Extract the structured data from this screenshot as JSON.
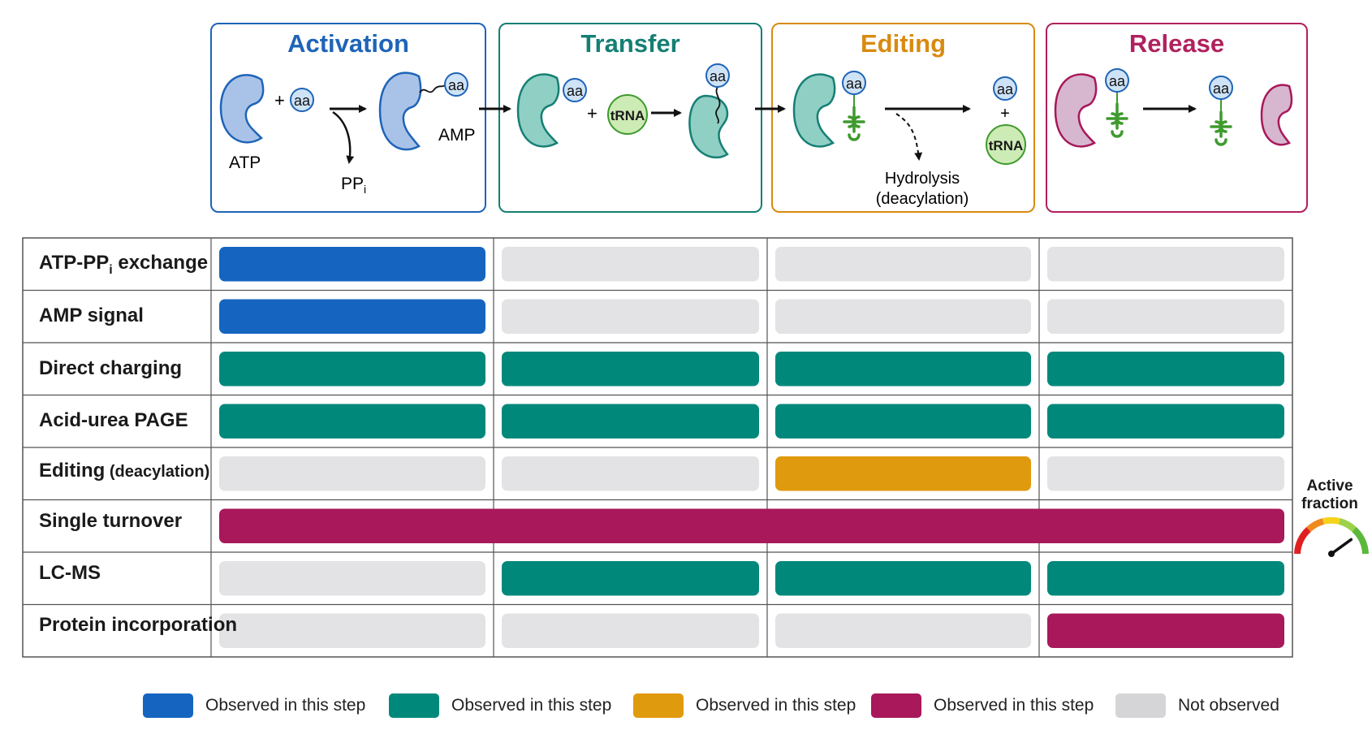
{
  "colors": {
    "activation": "#1565C0",
    "transfer": "#00897B",
    "editing": "#E09A0E",
    "release": "#A8185A",
    "not_observed": "#E3E3E5",
    "grid": "#555555"
  },
  "panels": [
    {
      "title": "Activation",
      "color": "#1E64B8",
      "border": "#1E64B8"
    },
    {
      "title": "Transfer",
      "color": "#157F74",
      "border": "#157F74"
    },
    {
      "title": "Editing",
      "color": "#D98A10",
      "border": "#D98A10"
    },
    {
      "title": "Release",
      "color": "#B0215E",
      "border": "#B0215E"
    }
  ],
  "diagram_text": {
    "aa": "aa",
    "plus": "+",
    "atp": "ATP",
    "amp": "AMP",
    "ppi_main": "PP",
    "ppi_sub": "i",
    "trna": "tRNA",
    "hydrolysis": "Hydrolysis",
    "deacylation": "(deacylation)"
  },
  "rows": [
    {
      "label": "ATP-PP",
      "label_sub": "i",
      "label_rest": " exchange",
      "cells": [
        "activation",
        "none",
        "none",
        "none"
      ]
    },
    {
      "label": "AMP signal",
      "cells": [
        "activation",
        "none",
        "none",
        "none"
      ]
    },
    {
      "label": "Direct charging",
      "cells": [
        "transfer",
        "transfer",
        "transfer",
        "transfer"
      ]
    },
    {
      "label": "Acid-urea PAGE",
      "cells": [
        "transfer",
        "transfer",
        "transfer",
        "transfer"
      ]
    },
    {
      "label": "Editing",
      "label_small": " (deacylation)",
      "cells": [
        "none",
        "none",
        "editing",
        "none"
      ]
    },
    {
      "label": "Single turnover",
      "cells": [
        "release",
        "release",
        "release",
        "release"
      ],
      "span": true
    },
    {
      "label": "LC-MS",
      "cells": [
        "none",
        "transfer",
        "transfer",
        "transfer"
      ]
    },
    {
      "label": "Protein incorporation",
      "cells": [
        "none",
        "none",
        "none",
        "release"
      ]
    }
  ],
  "legend": [
    {
      "color": "#1565C0",
      "label": "Observed in this step"
    },
    {
      "color": "#00897B",
      "label": "Observed in this step"
    },
    {
      "color": "#E09A0E",
      "label": "Observed in this step"
    },
    {
      "color": "#A8185A",
      "label": "Observed in this step"
    },
    {
      "color": "#D5D5D7",
      "label": "Not observed"
    }
  ],
  "gauge": {
    "label_line1": "Active",
    "label_line2": "fraction",
    "level": 0.8
  }
}
